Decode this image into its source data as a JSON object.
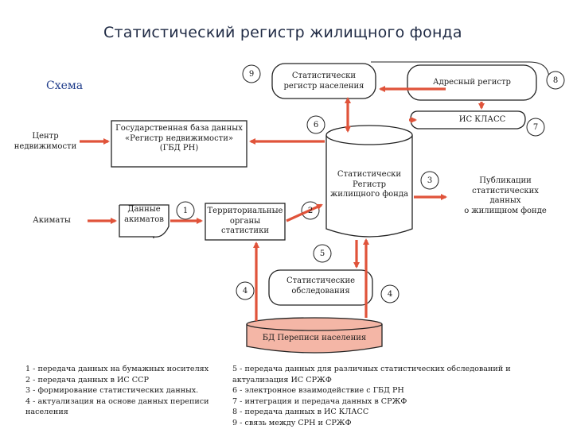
{
  "title": "Статистический регистр жилищного фонда",
  "schema_label": "Схема",
  "nodes": {
    "center_nedvizh": "Центр\nнедвижимости",
    "gbd_rn": "Государственная база данных\n«Регистр недвижимости»\n(ГБД РН)",
    "stat_reg_nasel": "Статистически\nрегистр населения",
    "addr_reg": "Адресный регистр",
    "is_klass": "ИС КЛАСС",
    "stat_reg_zhil": "Статистически\nРегистр\nжилищного фонда",
    "publications": "Публикации\nстатистических\nданных\nо жилищном фонде",
    "akimaty": "Акиматы",
    "dannye_akimatov": "Данные\nакиматов",
    "terr_organy": "Территориальные\nорганы\nстатистики",
    "stat_obsled": "Статистические\nобследования",
    "bd_perepisi": "БД Переписи населения"
  },
  "numbers": {
    "n1": "1",
    "n2": "2",
    "n3": "3",
    "n4a": "4",
    "n4b": "4",
    "n5": "5",
    "n6": "6",
    "n7": "7",
    "n8": "8",
    "n9": "9"
  },
  "legend_left": "1 - передача данных на бумажных носителях\n2 - передача данных в ИС ССР\n3 - формирование статистических данных.\n4 - актуализация на основе данных переписи\nнаселения",
  "legend_right": "5 - передача данных для различных статистических обследований и\nактуализация ИС СРЖФ\n6 - электронное взаимодействие с ГБД РН\n7 - интеграция и передача данных в СРЖФ\n8 - передача данных в ИС КЛАСС\n9 - связь между СРН и СРЖФ",
  "colors": {
    "arrow": "#e0533a",
    "title": "#1f2a44",
    "schema": "#1f3c8a",
    "db_fill": "#f4b6a6"
  }
}
